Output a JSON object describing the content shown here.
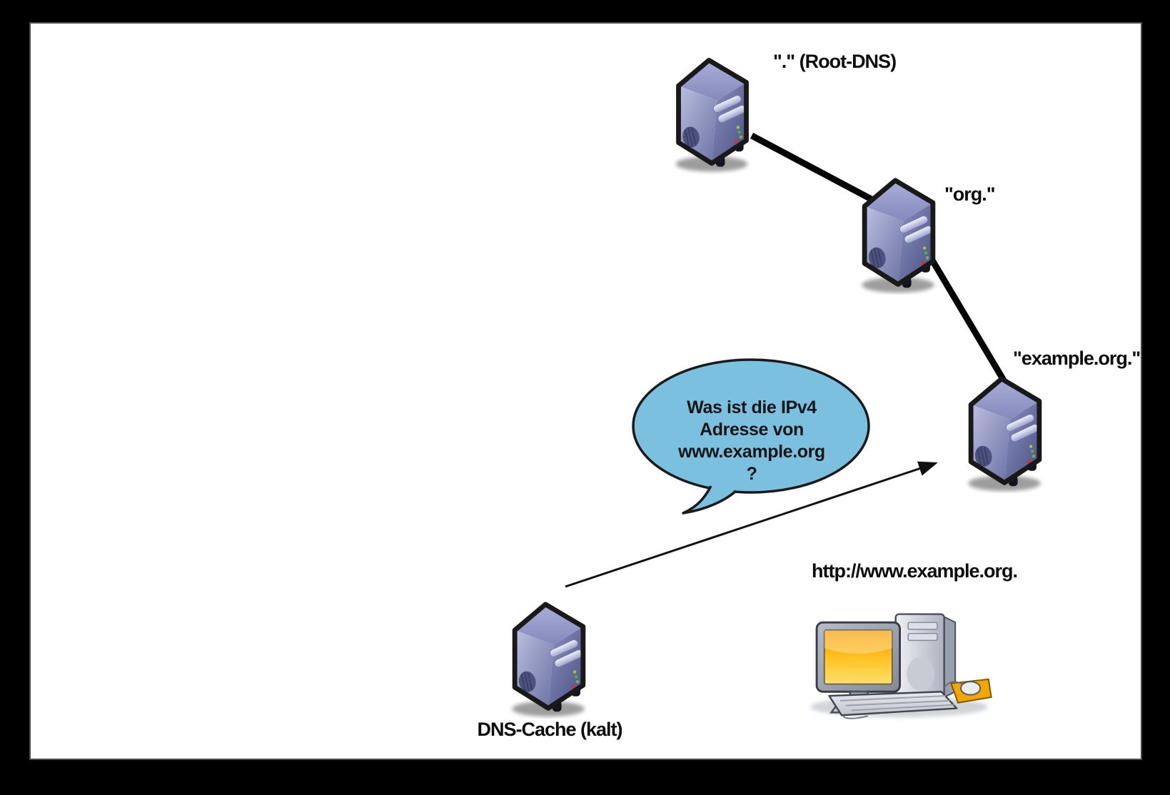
{
  "canvas": {
    "background": "#ffffff",
    "frame": "#000000"
  },
  "nodes": {
    "root": {
      "label": "\".\" (Root-DNS)",
      "type": "dns-server"
    },
    "org": {
      "label": "\"org.\"",
      "type": "dns-server"
    },
    "example": {
      "label": "\"example.org.\"",
      "type": "dns-server"
    },
    "cache": {
      "label": "DNS-Cache (kalt)",
      "type": "dns-server"
    },
    "client": {
      "label": "http://www.example.org.",
      "type": "workstation"
    }
  },
  "bubble": {
    "fill": "#7CC0E0",
    "stroke": "#1A1A1A",
    "lines": [
      "Was ist die IPv4",
      "Adresse von",
      "www.example.org",
      "?"
    ]
  },
  "edges": [
    {
      "from": "root",
      "to": "org",
      "style": "thick-line"
    },
    {
      "from": "org",
      "to": "example",
      "style": "thick-line"
    },
    {
      "from": "cache",
      "to": "example",
      "style": "thin-arrow"
    }
  ],
  "icon_colors": {
    "server_front": "#9EA3CE",
    "server_side": "#5A5F96",
    "outline": "#191919",
    "screen_orange": "#F59B00",
    "mousepad_orange": "#F4A600"
  }
}
